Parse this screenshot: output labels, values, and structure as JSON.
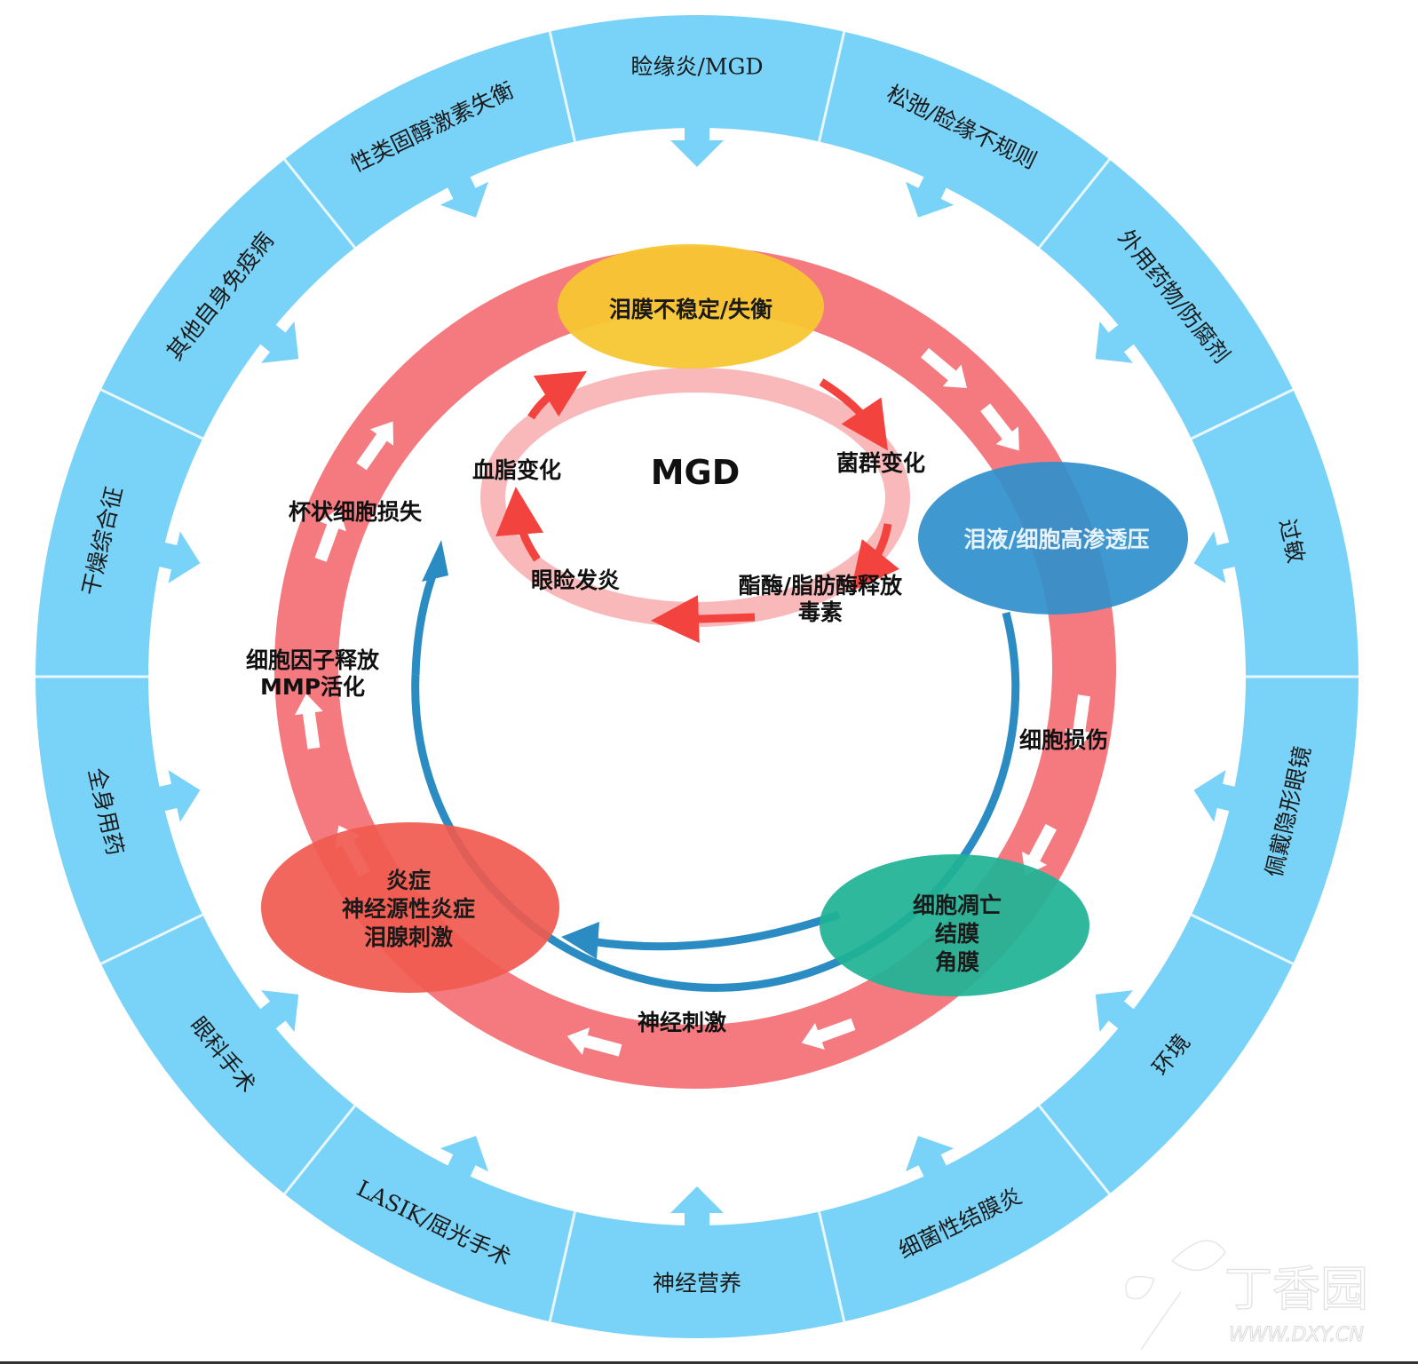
{
  "outer_factors": [
    "睑缘炎/MGD",
    "松弛/睑缘不规则",
    "外用药物/防腐剂",
    "过敏",
    "佩戴隐形眼镜",
    "环境",
    "细菌性结膜炎",
    "神经营养",
    "LASIK/屈光手术",
    "眼科手术",
    "全身用药",
    "干燥综合征",
    "其他自身免疫病",
    "性类固醇激素失衡"
  ],
  "nodes": {
    "tear_film": "泪膜不稳定/失衡",
    "hyperosmolarity": "泪液/细胞高渗透压",
    "apoptosis": [
      "细胞凋亡",
      "结膜",
      "角膜"
    ],
    "inflammation": [
      "炎症",
      "神经源性炎症",
      "泪腺刺激"
    ]
  },
  "cycle_labels": {
    "cell_damage": "细胞损伤",
    "nerve_stimulation": "神经刺激",
    "goblet_loss": "杯状细胞损失",
    "cytokine": [
      "细胞因子释放",
      "MMP活化"
    ]
  },
  "mgd_cycle": {
    "title": "MGD",
    "lipid": "血脂变化",
    "flora": "菌群变化",
    "eyelid": "眼睑发炎",
    "enzyme": [
      "酯酶/脂肪酶释放",
      "毒素"
    ]
  },
  "watermark": {
    "brand": "丁香园",
    "url": "WWW.DXY.CN"
  },
  "colors": {
    "outer_ring": "#79d2f7",
    "red_ring": "#f47a80",
    "pink_ring": "#f9b8ba",
    "yellow": "#f7c631",
    "blue_node": "#2f8fcb",
    "green": "#1fb394",
    "red_node": "#f05a4f",
    "blue_arc": "#2a8cc2"
  }
}
